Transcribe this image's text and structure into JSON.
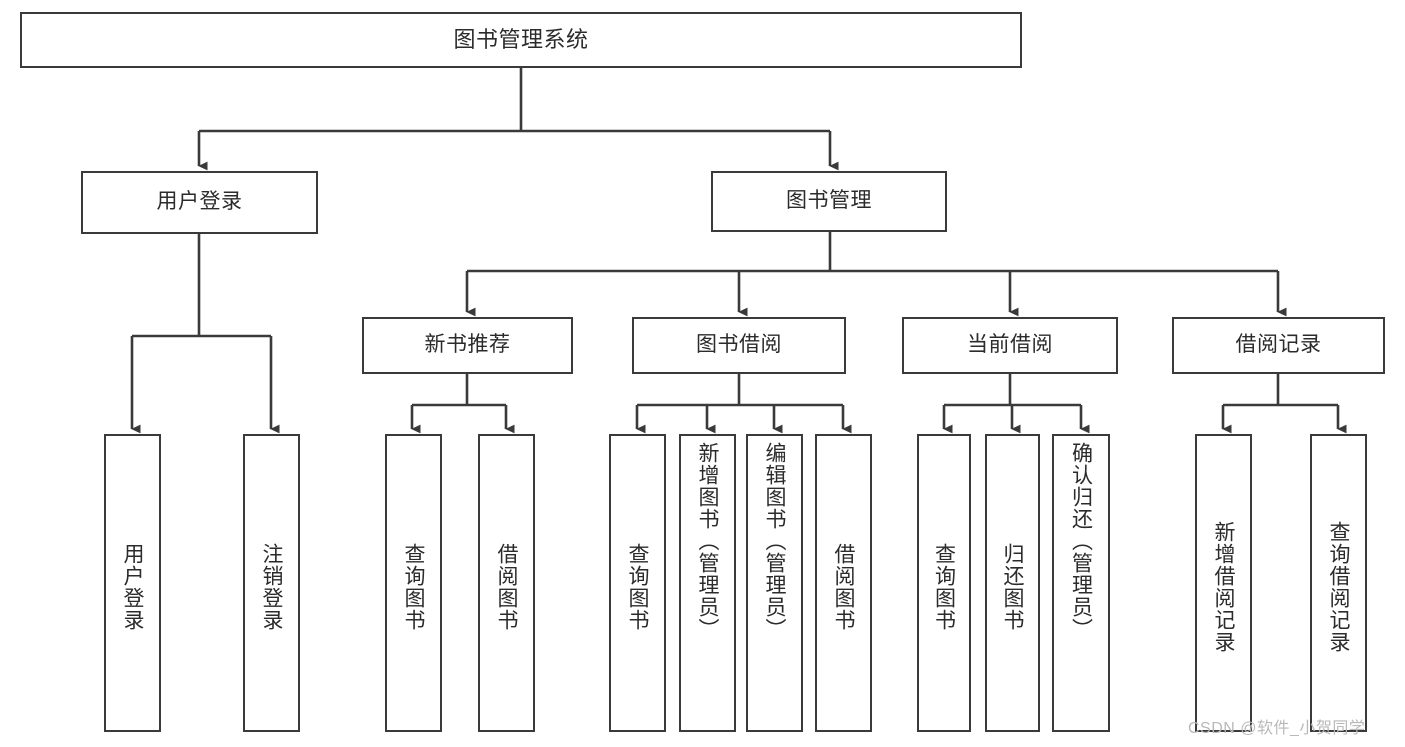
{
  "diagram": {
    "title": "图书管理系统",
    "type": "tree-hierarchy-diagram",
    "watermark": "CSDN @软件_小贺同学",
    "colors": {
      "background": "#ffffff",
      "box_border": "#3a3a3a",
      "box_fill": "#ffffff",
      "connector": "#3a3a3a",
      "text": "#2b2b2b",
      "watermark": "#b9b9b9"
    },
    "root": {
      "label": "图书管理系统"
    },
    "level1": [
      {
        "label": "用户登录"
      },
      {
        "label": "图书管理"
      }
    ],
    "level2": [
      {
        "label": "新书推荐"
      },
      {
        "label": "图书借阅"
      },
      {
        "label": "当前借阅"
      },
      {
        "label": "借阅记录"
      }
    ],
    "leaves_user_login": [
      {
        "label": "用户登录"
      },
      {
        "label": "注销登录"
      }
    ],
    "leaves_new_books": [
      {
        "label": "查询图书"
      },
      {
        "label": "借阅图书"
      }
    ],
    "leaves_borrow": [
      {
        "label": "查询图书"
      },
      {
        "label": "新增图书（管理员）"
      },
      {
        "label": "编辑图书（管理员）"
      },
      {
        "label": "借阅图书"
      }
    ],
    "leaves_current": [
      {
        "label": "查询图书"
      },
      {
        "label": "归还图书"
      },
      {
        "label": "确认归还（管理员）"
      }
    ],
    "leaves_records": [
      {
        "label": "新增借阅记录"
      },
      {
        "label": "查询借阅记录"
      }
    ]
  }
}
